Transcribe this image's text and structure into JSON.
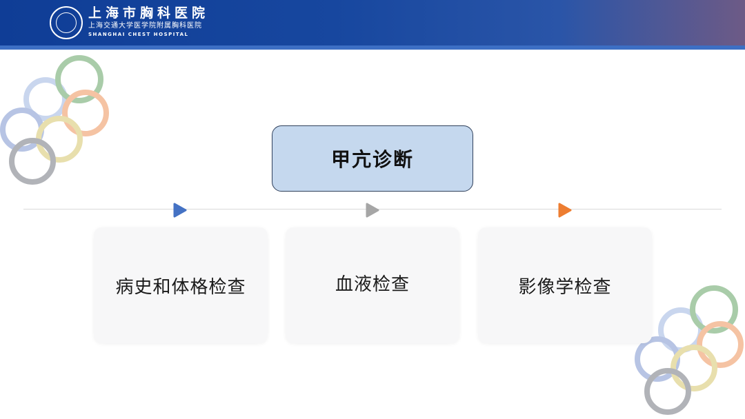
{
  "header": {
    "name": "上海市胸科医院",
    "sub": "上海交通大学医学院附属胸科医院",
    "en": "SHANGHAI CHEST HOSPITAL"
  },
  "title": "甲亢诊断",
  "cards": [
    {
      "label": "病史和体格检查",
      "color": "#4472c4"
    },
    {
      "label": "血液检查",
      "color": "#9e9e9e"
    },
    {
      "label": "影像学检查",
      "color": "#ed7d31"
    }
  ],
  "colors": {
    "header": "#17479f",
    "title_box": "#c5d8ee",
    "ring_blue": "#b7c9e6",
    "ring_green": "#9cc3a2",
    "ring_orange": "#f3b996",
    "ring_yellow": "#e7db9f",
    "ring_gray": "#a9aaaf"
  }
}
